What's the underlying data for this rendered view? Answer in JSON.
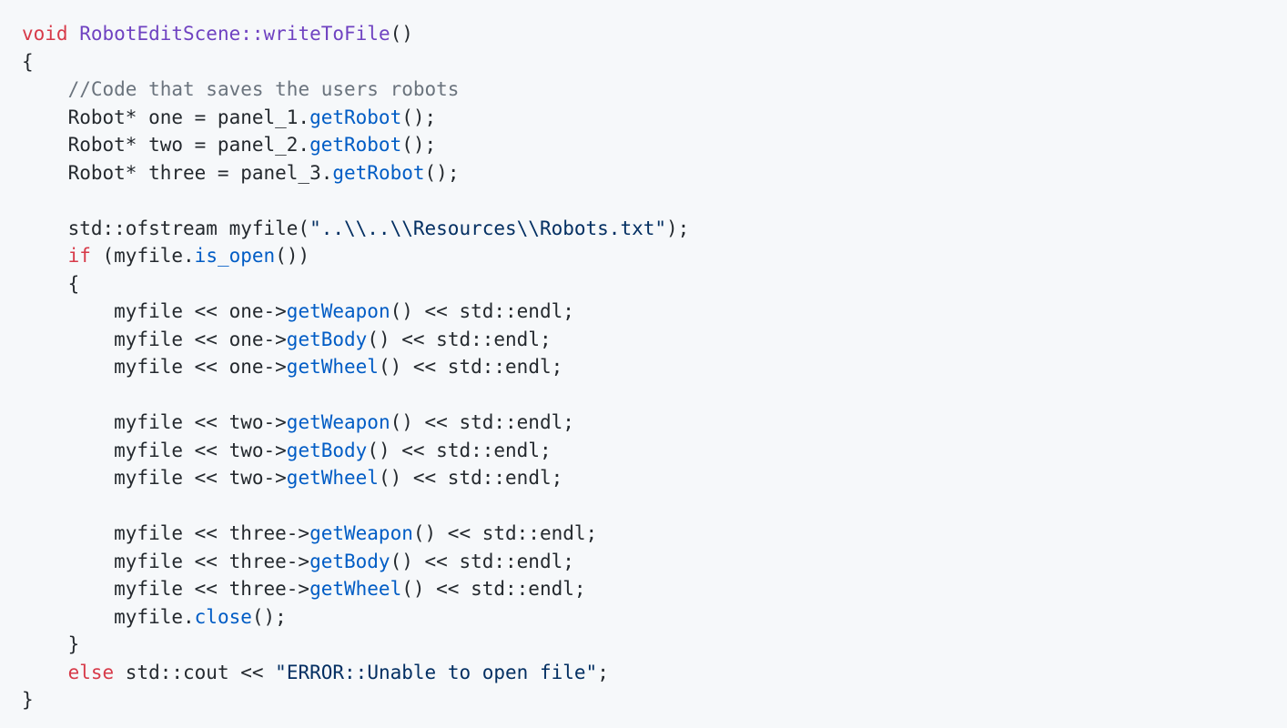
{
  "colors": {
    "background": "#f6f8fa",
    "text": "#24292e",
    "keyword": "#d73a49",
    "function_name": "#6f42c1",
    "method_call": "#005cc5",
    "comment": "#6a737d",
    "string": "#032f62"
  },
  "code": {
    "lines": [
      [
        {
          "t": "void",
          "c": "kw"
        },
        {
          "t": " "
        },
        {
          "t": "RobotEditScene::writeToFile",
          "c": "fn"
        },
        {
          "t": "()"
        }
      ],
      [
        {
          "t": "{"
        }
      ],
      [
        {
          "t": "    "
        },
        {
          "t": "//Code that saves the users robots",
          "c": "cm"
        }
      ],
      [
        {
          "t": "    Robot* one = panel_1."
        },
        {
          "t": "getRobot",
          "c": "call"
        },
        {
          "t": "();"
        }
      ],
      [
        {
          "t": "    Robot* two = panel_2."
        },
        {
          "t": "getRobot",
          "c": "call"
        },
        {
          "t": "();"
        }
      ],
      [
        {
          "t": "    Robot* three = panel_3."
        },
        {
          "t": "getRobot",
          "c": "call"
        },
        {
          "t": "();"
        }
      ],
      [],
      [
        {
          "t": "    std::ofstream myfile("
        },
        {
          "t": "\"..\\\\..\\\\Resources\\\\Robots.txt\"",
          "c": "st"
        },
        {
          "t": ");"
        }
      ],
      [
        {
          "t": "    "
        },
        {
          "t": "if",
          "c": "kw"
        },
        {
          "t": " (myfile."
        },
        {
          "t": "is_open",
          "c": "call"
        },
        {
          "t": "())"
        }
      ],
      [
        {
          "t": "    {"
        }
      ],
      [
        {
          "t": "        myfile << one->"
        },
        {
          "t": "getWeapon",
          "c": "call"
        },
        {
          "t": "() << std::endl;"
        }
      ],
      [
        {
          "t": "        myfile << one->"
        },
        {
          "t": "getBody",
          "c": "call"
        },
        {
          "t": "() << std::endl;"
        }
      ],
      [
        {
          "t": "        myfile << one->"
        },
        {
          "t": "getWheel",
          "c": "call"
        },
        {
          "t": "() << std::endl;"
        }
      ],
      [],
      [
        {
          "t": "        myfile << two->"
        },
        {
          "t": "getWeapon",
          "c": "call"
        },
        {
          "t": "() << std::endl;"
        }
      ],
      [
        {
          "t": "        myfile << two->"
        },
        {
          "t": "getBody",
          "c": "call"
        },
        {
          "t": "() << std::endl;"
        }
      ],
      [
        {
          "t": "        myfile << two->"
        },
        {
          "t": "getWheel",
          "c": "call"
        },
        {
          "t": "() << std::endl;"
        }
      ],
      [],
      [
        {
          "t": "        myfile << three->"
        },
        {
          "t": "getWeapon",
          "c": "call"
        },
        {
          "t": "() << std::endl;"
        }
      ],
      [
        {
          "t": "        myfile << three->"
        },
        {
          "t": "getBody",
          "c": "call"
        },
        {
          "t": "() << std::endl;"
        }
      ],
      [
        {
          "t": "        myfile << three->"
        },
        {
          "t": "getWheel",
          "c": "call"
        },
        {
          "t": "() << std::endl;"
        }
      ],
      [
        {
          "t": "        myfile."
        },
        {
          "t": "close",
          "c": "call"
        },
        {
          "t": "();"
        }
      ],
      [
        {
          "t": "    }"
        }
      ],
      [
        {
          "t": "    "
        },
        {
          "t": "else",
          "c": "kw"
        },
        {
          "t": " std::cout << "
        },
        {
          "t": "\"ERROR::Unable to open file\"",
          "c": "st"
        },
        {
          "t": ";"
        }
      ],
      [
        {
          "t": "}"
        }
      ]
    ]
  }
}
